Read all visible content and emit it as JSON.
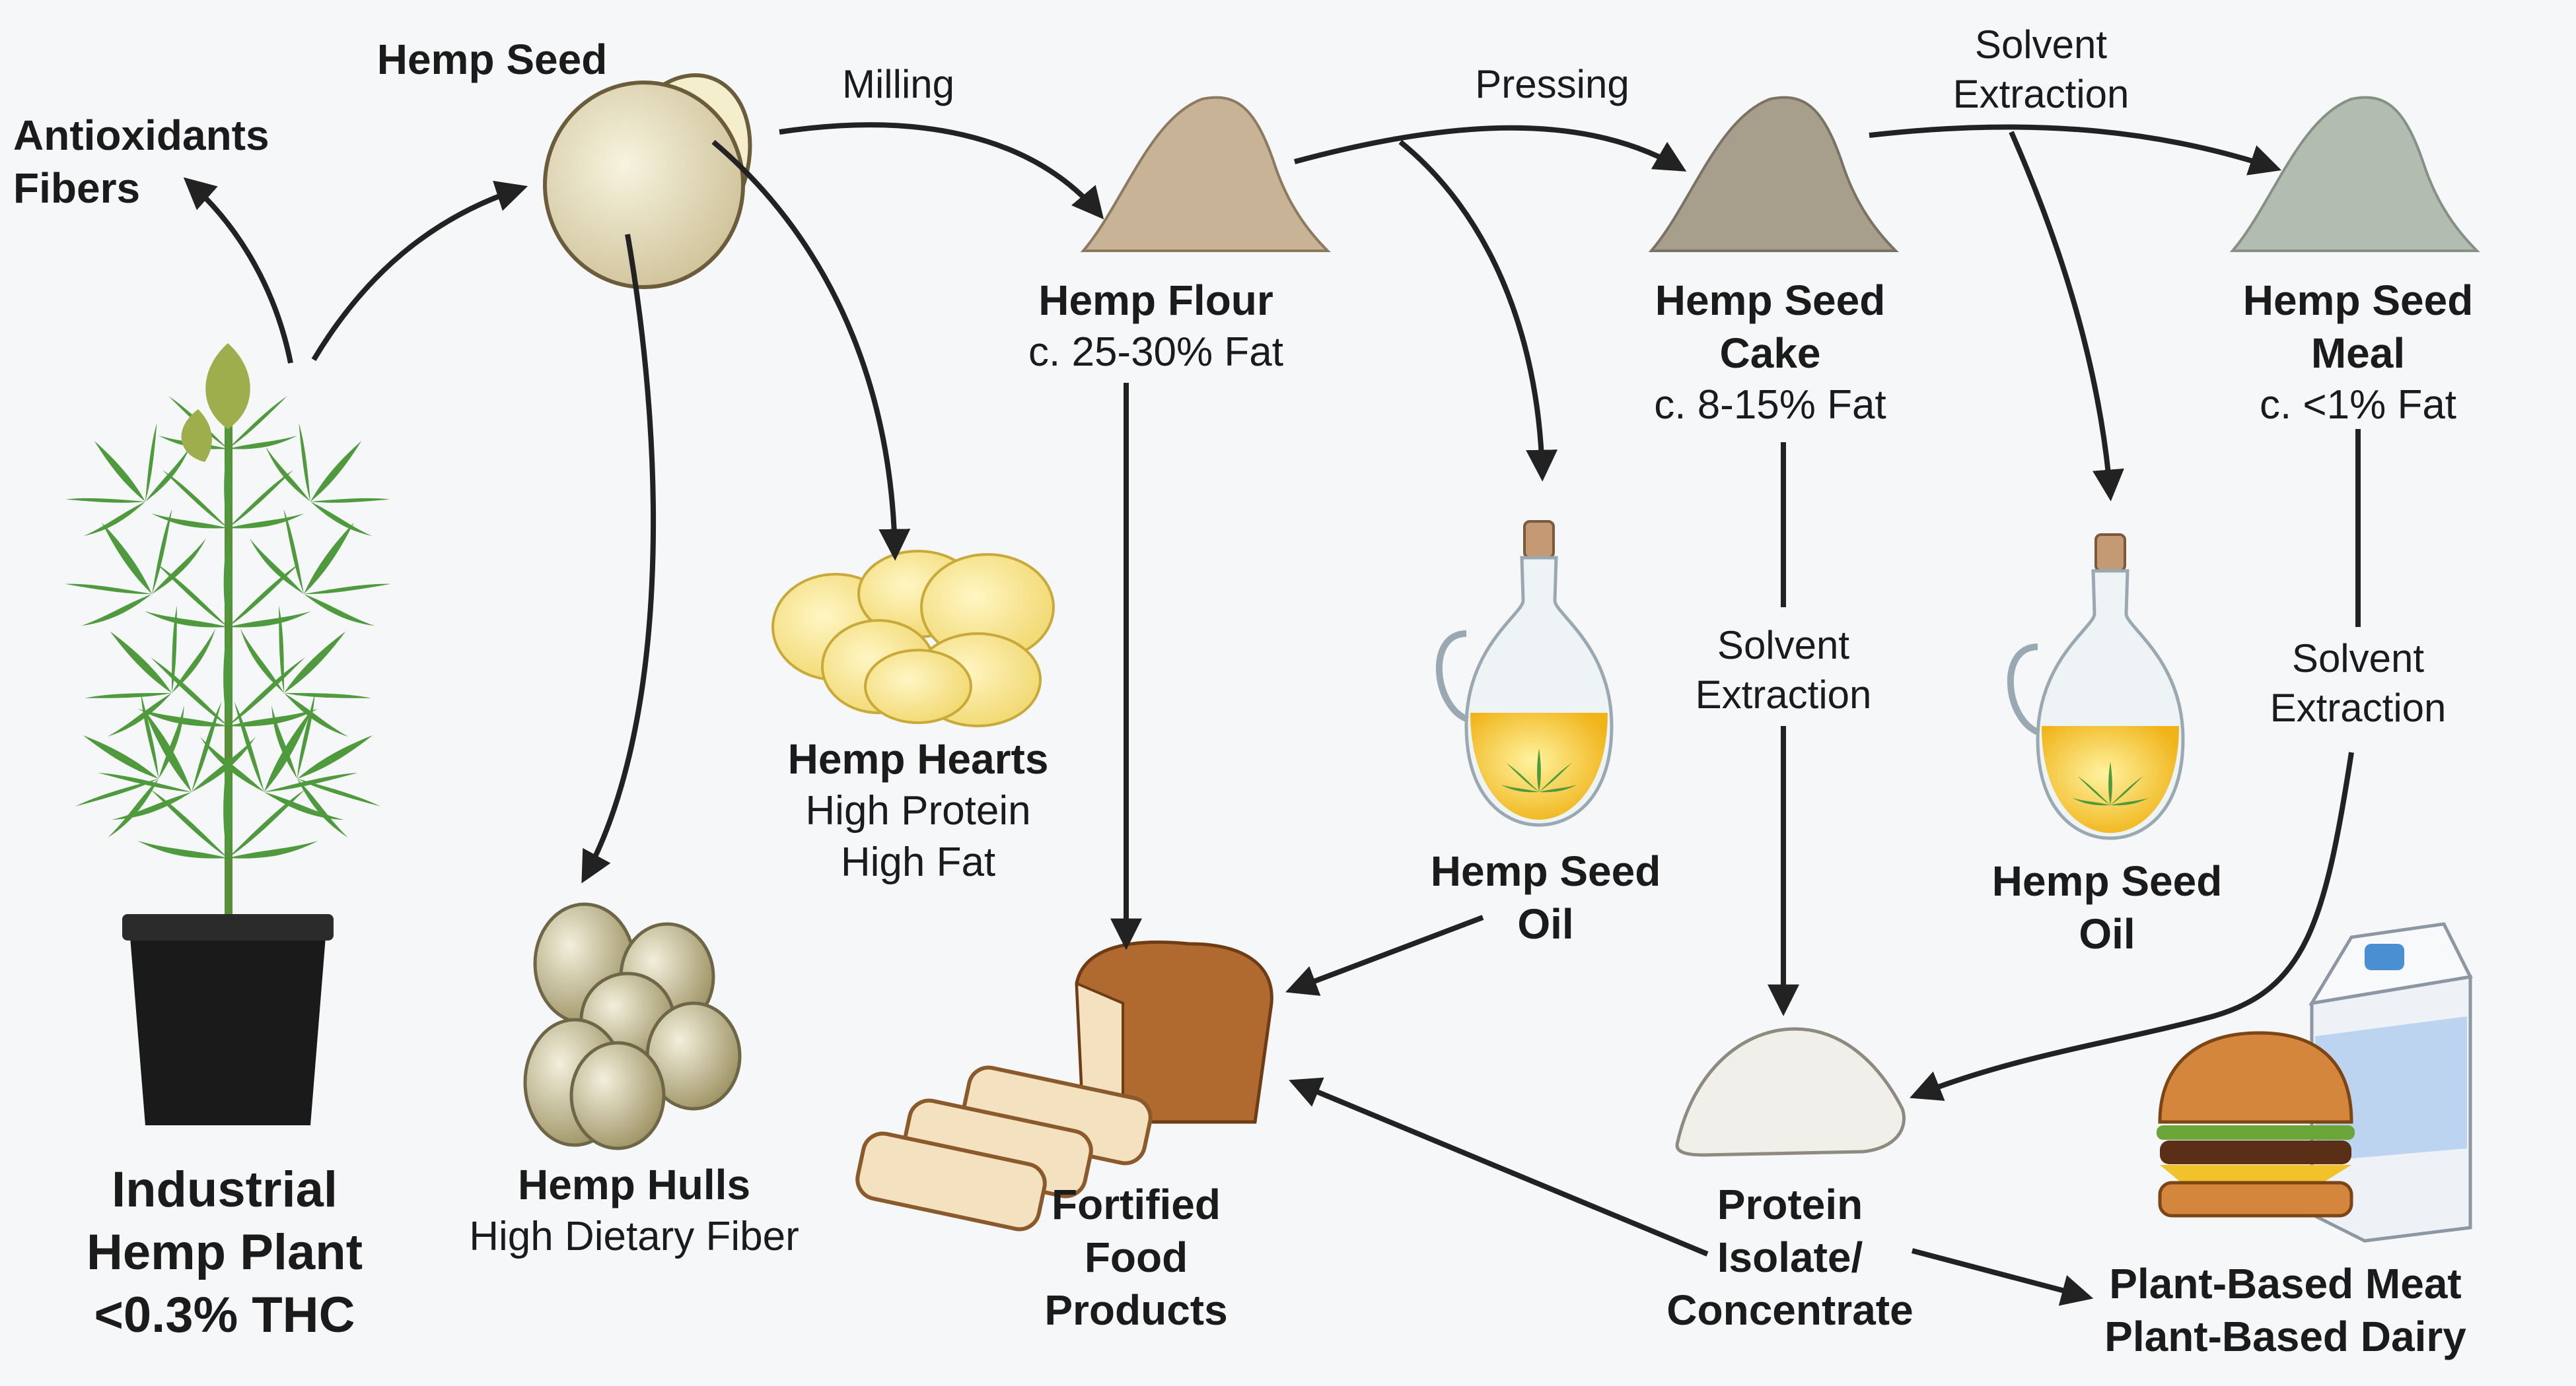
{
  "nodes": {
    "antioxidants": {
      "line1": "Antioxidants",
      "line2": "Fibers"
    },
    "hemp_seed": {
      "title": "Hemp Seed"
    },
    "hemp_plant": {
      "line1": "Industrial",
      "line2": "Hemp Plant",
      "line3": "<0.3% THC"
    },
    "hemp_hulls": {
      "title": "Hemp Hulls",
      "sub": "High Dietary Fiber"
    },
    "hemp_hearts": {
      "title": "Hemp Hearts",
      "sub1": "High Protein",
      "sub2": "High Fat"
    },
    "hemp_flour": {
      "title": "Hemp Flour",
      "sub": "c. 25-30% Fat"
    },
    "seed_cake": {
      "line1": "Hemp Seed",
      "line2": "Cake",
      "sub": "c. 8-15% Fat"
    },
    "seed_meal": {
      "line1": "Hemp Seed",
      "line2": "Meal",
      "sub": "c. <1% Fat"
    },
    "seed_oil_1": {
      "line1": "Hemp Seed",
      "line2": "Oil"
    },
    "seed_oil_2": {
      "line1": "Hemp Seed",
      "line2": "Oil"
    },
    "fortified": {
      "line1": "Fortified",
      "line2": "Food",
      "line3": "Products"
    },
    "protein": {
      "line1": "Protein",
      "line2": "Isolate/",
      "line3": "Concentrate"
    },
    "plant_based": {
      "line1": "Plant-Based Meat",
      "line2": "Plant-Based Dairy"
    }
  },
  "processes": {
    "milling": "Milling",
    "pressing": "Pressing",
    "solvent_top": {
      "line1": "Solvent",
      "line2": "Extraction"
    },
    "solvent_cake": {
      "line1": "Solvent",
      "line2": "Extraction"
    },
    "solvent_meal": {
      "line1": "Solvent",
      "line2": "Extraction"
    }
  },
  "colors": {
    "arrow": "#222222",
    "plant_leaf": "#4e9a3c",
    "pot": "#1a1a1a",
    "flour": "#c8b396",
    "cake": "#a79e8c",
    "meal": "#b2bcb1",
    "oil": "#f2c22a",
    "bread": "#b0692e"
  }
}
